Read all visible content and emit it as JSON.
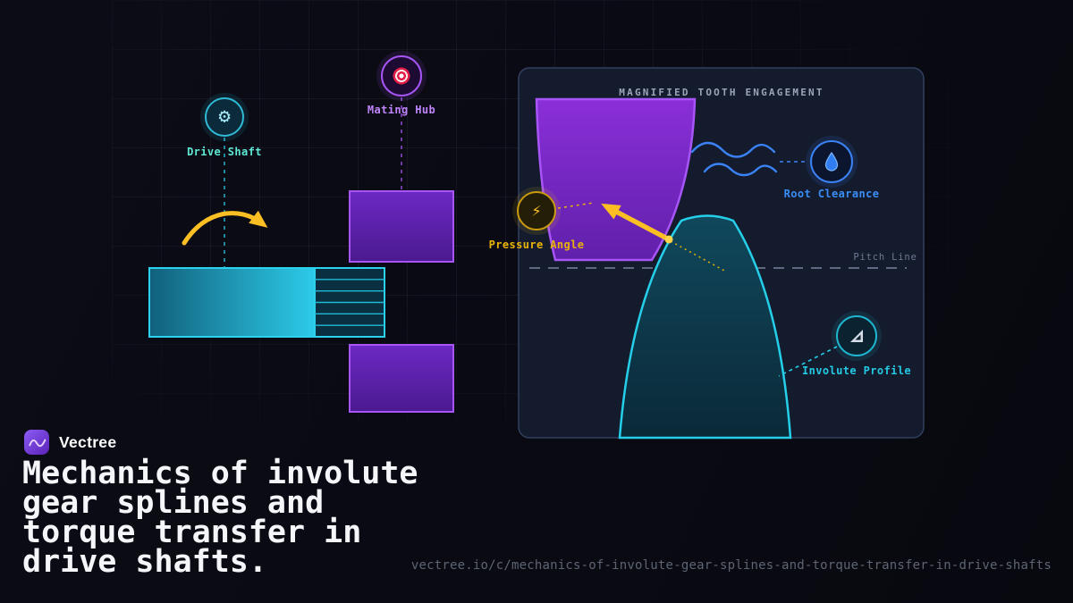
{
  "brand": {
    "name": "Vectree",
    "logo_icon": "pulse-wave-icon"
  },
  "headline": {
    "lines": [
      "Mechanics of involute",
      "gear splines and",
      "torque transfer in",
      "drive shafts."
    ]
  },
  "footer_url": "vectree.io/c/mechanics-of-involute-gear-splines-and-torque-transfer-in-drive-shafts",
  "glyphs": {
    "gear": "⚙",
    "lightning": "⚡"
  },
  "left_diagram": {
    "drive_shaft": {
      "label": "Drive Shaft",
      "icon": "gear-icon",
      "color": "#5eead4"
    },
    "mating_hub": {
      "label": "Mating Hub",
      "icon": "target-icon",
      "color": "#c084fc"
    }
  },
  "magnifier_panel": {
    "title": "MAGNIFIED TOOTH ENGAGEMENT",
    "pitch_line": {
      "label": "Pitch Line"
    },
    "pressure_angle": {
      "label": "Pressure Angle",
      "icon": "lightning-icon",
      "color": "#eab308"
    },
    "root_clearance": {
      "label": "Root Clearance",
      "icon": "droplet-icon",
      "color": "#3b82f6"
    },
    "involute_profile": {
      "label": "Involute Profile",
      "icon": "set-square-icon",
      "color": "#22d3ee"
    }
  },
  "colors": {
    "background": "#0a0a13",
    "teal": "#22d3ee",
    "purple": "#a855f7",
    "yellow": "#fbbf24",
    "blue": "#3b82f6",
    "panel_fill": "#131b2d",
    "panel_border": "#32405f"
  }
}
